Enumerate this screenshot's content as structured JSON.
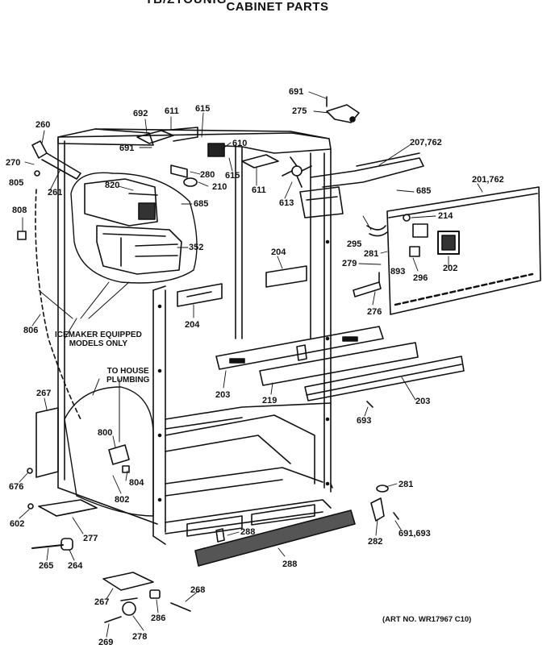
{
  "header": {
    "title_partial": "TB/ZTOUNIG",
    "title": "CABINET PARTS"
  },
  "notes": {
    "icemaker": [
      "ICEMAKER EQUIPPED",
      "MODELS ONLY"
    ],
    "plumbing": [
      "TO HOUSE",
      "PLUMBING"
    ],
    "art_no": "(ART NO. WR17967 C10)"
  },
  "parts": {
    "p691a": "691",
    "p275": "275",
    "p692": "692",
    "p611a": "611",
    "p615a": "615",
    "p610": "610",
    "p260": "260",
    "p691b": "691",
    "p207": "207,762",
    "p270": "270",
    "p805": "805",
    "p261": "261",
    "p820": "820",
    "p280": "280",
    "p615b": "615",
    "p210": "210",
    "p611b": "611",
    "p613": "613",
    "p685a": "685",
    "p201": "201,762",
    "p685b": "685",
    "p808": "808",
    "p214": "214",
    "p295": "295",
    "p352": "352",
    "p281a": "281",
    "p204a": "204",
    "p279": "279",
    "p893": "893",
    "p296": "296",
    "p202": "202",
    "p276": "276",
    "p204b": "204",
    "p806": "806",
    "p203a": "203",
    "p219": "219",
    "p203b": "203",
    "p267a": "267",
    "p693": "693",
    "p800": "800",
    "p676": "676",
    "p804": "804",
    "p802": "802",
    "p281b": "281",
    "p602": "602",
    "p282": "282",
    "p691_693": "691,693",
    "p277": "277",
    "p288a": "288",
    "p265": "265",
    "p264": "264",
    "p288b": "288",
    "p267b": "267",
    "p268": "268",
    "p286": "286",
    "p278": "278",
    "p269": "269"
  }
}
